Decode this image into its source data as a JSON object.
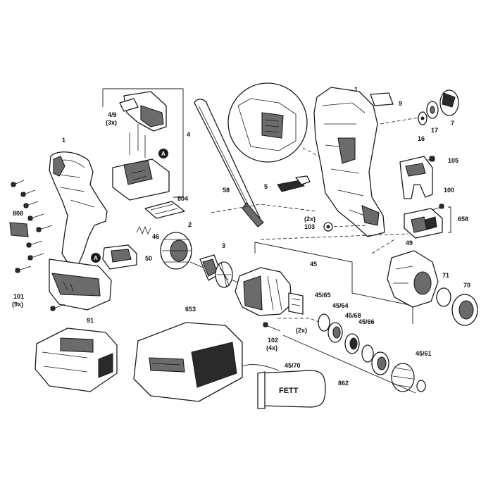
{
  "diagram": {
    "part_labels": {
      "p1_left": "1",
      "p4_9": "4/9",
      "p4_9_qty": "(3x)",
      "p4": "4",
      "pA_top": "A",
      "p804": "804",
      "p808": "808",
      "p46": "46",
      "p2": "2",
      "pA_bottom": "A",
      "p50": "50",
      "p101": "101",
      "p101_qty": "(9x)",
      "p58": "58",
      "p3": "3",
      "p1_right": "1",
      "p9": "9",
      "p17": "17",
      "p7": "7",
      "p16": "16",
      "p105": "105",
      "p5": "5",
      "p100": "100",
      "p2x_103": "(2x)",
      "p103": "103",
      "p658": "658",
      "p49": "49",
      "p45": "45",
      "p71": "71",
      "p70": "70",
      "p45_65": "45/65",
      "p45_64": "45/64",
      "p45_68": "45/68",
      "p45_66": "45/66",
      "p2x_mid": "(2x)",
      "p102": "102",
      "p102_qty": "(4x)",
      "p45_61": "45/61",
      "p91": "91",
      "p653": "653",
      "p45_70": "45/70",
      "p862": "862",
      "fett": "FETT"
    }
  }
}
